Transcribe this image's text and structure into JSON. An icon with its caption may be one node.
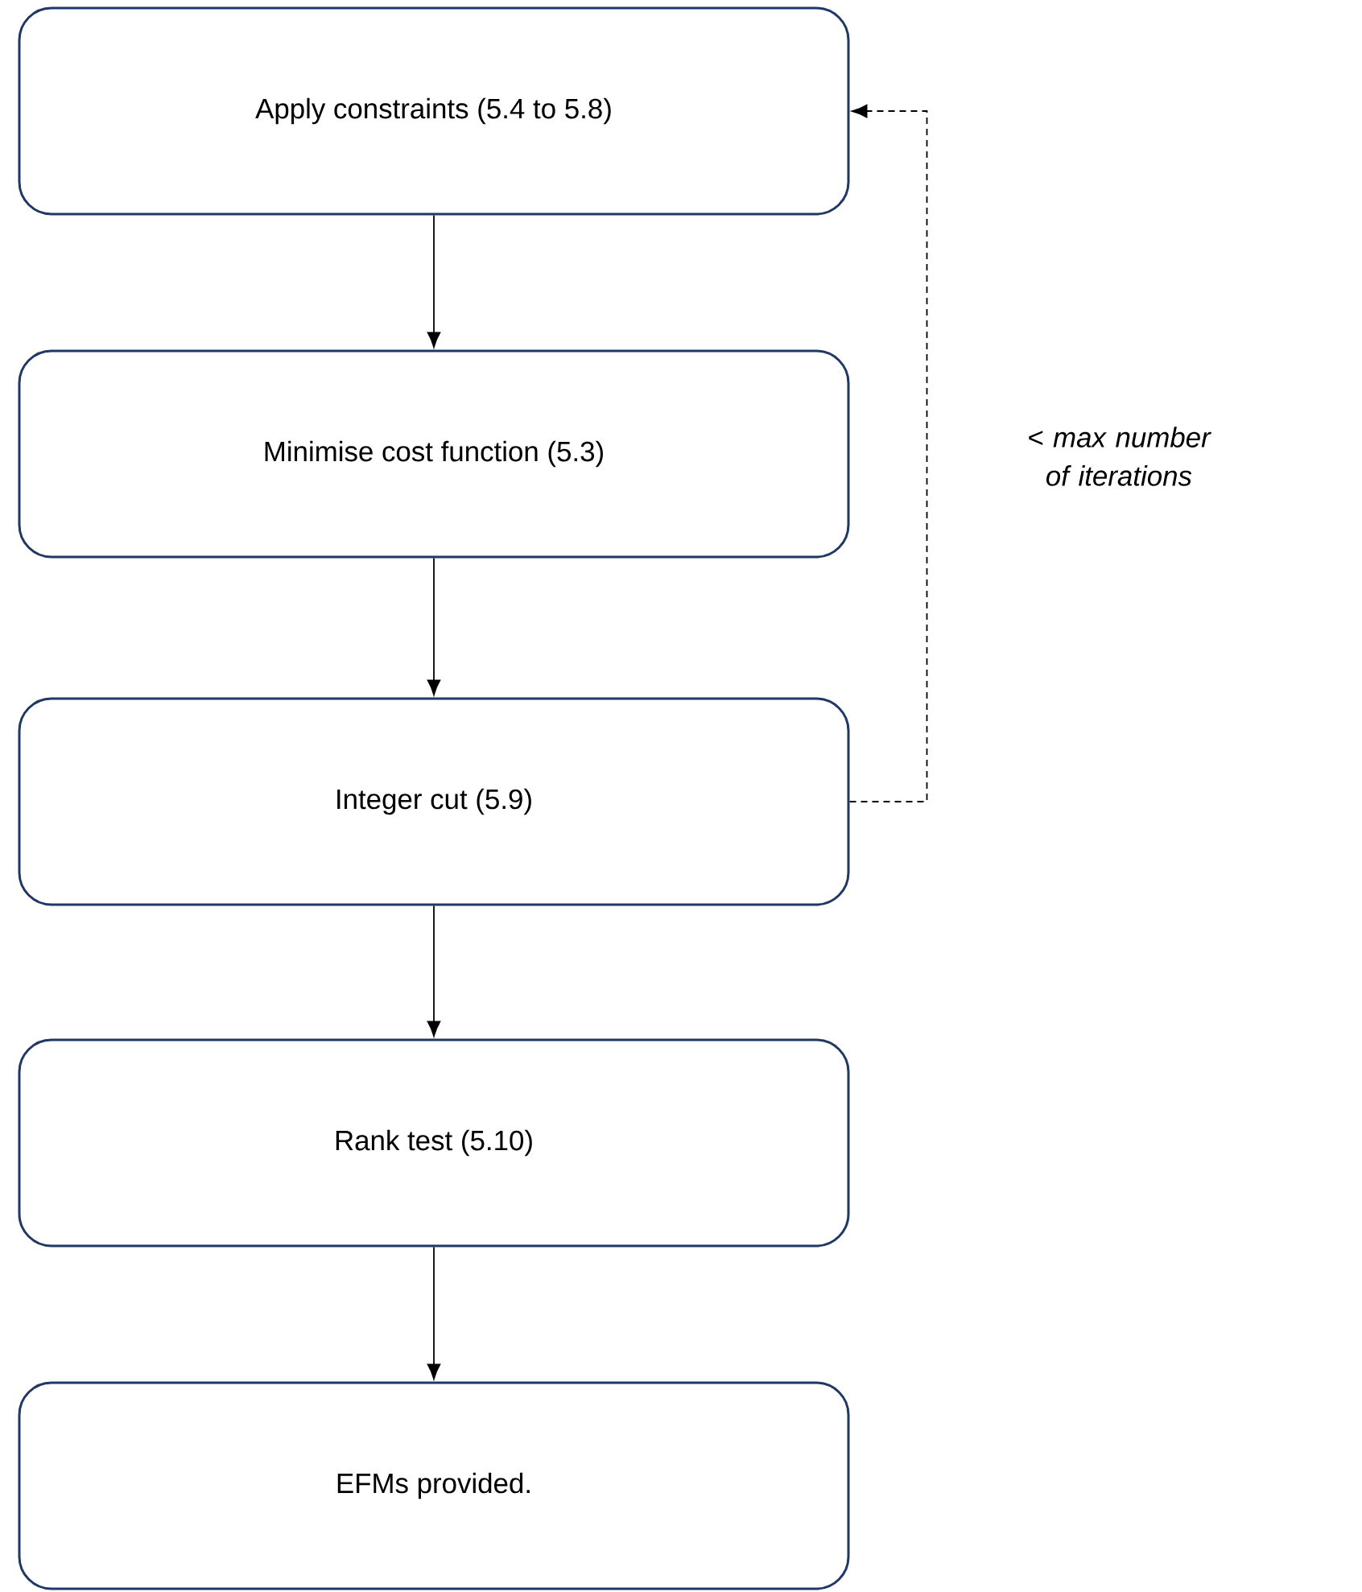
{
  "diagram": {
    "nodes": [
      {
        "text": [
          "Apply constraints (5.4 to 5.8)"
        ]
      },
      {
        "text": [
          "Minimise cost function (5.3)"
        ]
      },
      {
        "text": [
          "Integer cut (5.9)"
        ]
      },
      {
        "text": [
          "Rank test (5.10)"
        ]
      },
      {
        "text": [
          "EFMs provided."
        ]
      }
    ],
    "edges": [
      {
        "from": 0,
        "to": 1,
        "arrow": "to"
      },
      {
        "from": 1,
        "to": 2,
        "arrow": "to"
      },
      {
        "from": 2,
        "to": 3,
        "arrow": "to"
      },
      {
        "from": 3,
        "to": 4,
        "arrow": "to"
      },
      {
        "from": 2,
        "to": 0,
        "arrow": "to",
        "style": "dashed",
        "label": "< max number of iterations"
      }
    ]
  }
}
